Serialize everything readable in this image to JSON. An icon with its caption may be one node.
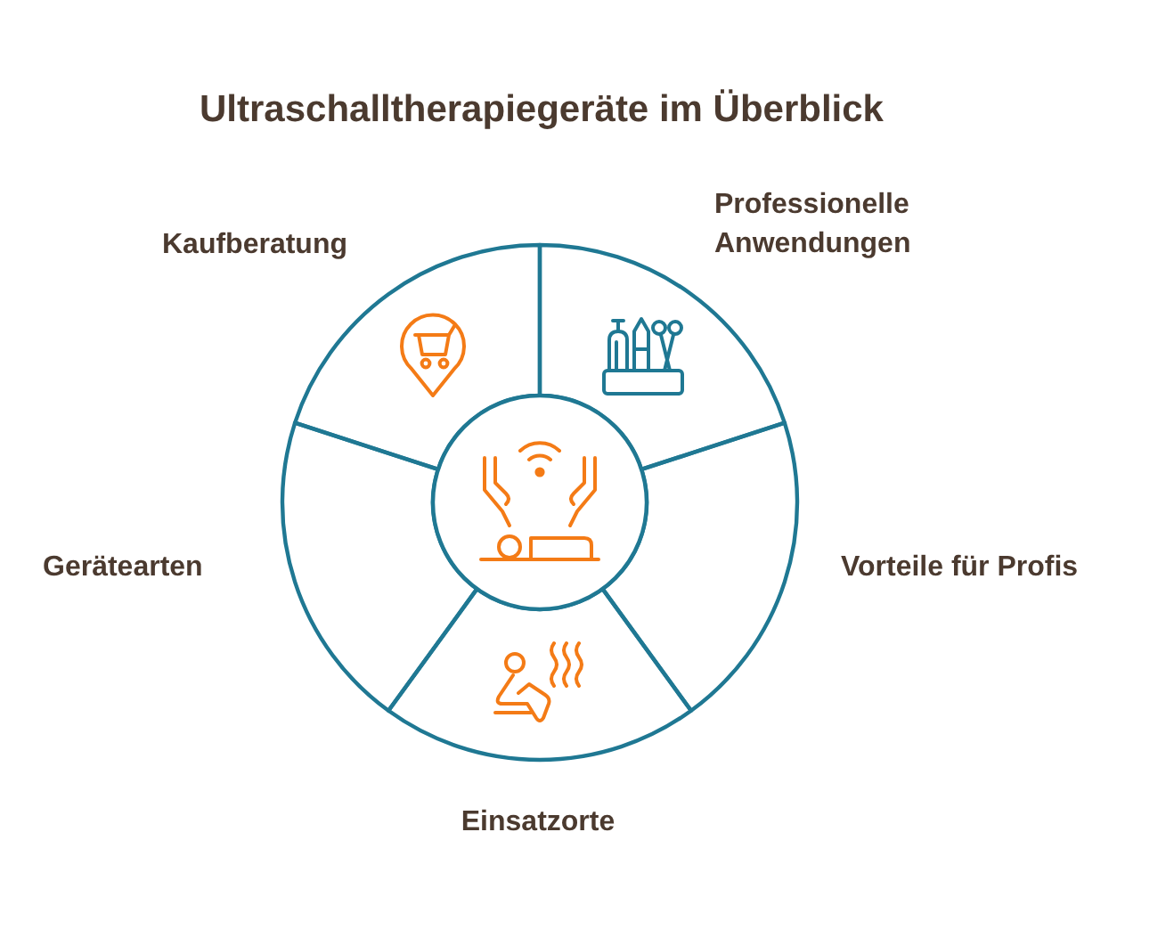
{
  "diagram": {
    "title": "Ultraschalltherapiegeräte im Überblick",
    "nodes": [
      {
        "text": [
          "Kaufberatung"
        ]
      },
      {
        "text": [
          "Professionelle Anwendungen"
        ]
      },
      {
        "text": [],
        "shape": "circle"
      },
      {
        "text": [
          "Gerätearten"
        ]
      },
      {
        "text": [
          "Vorteile für Profis"
        ]
      },
      {
        "text": [
          "Einsatzorte"
        ]
      }
    ]
  }
}
